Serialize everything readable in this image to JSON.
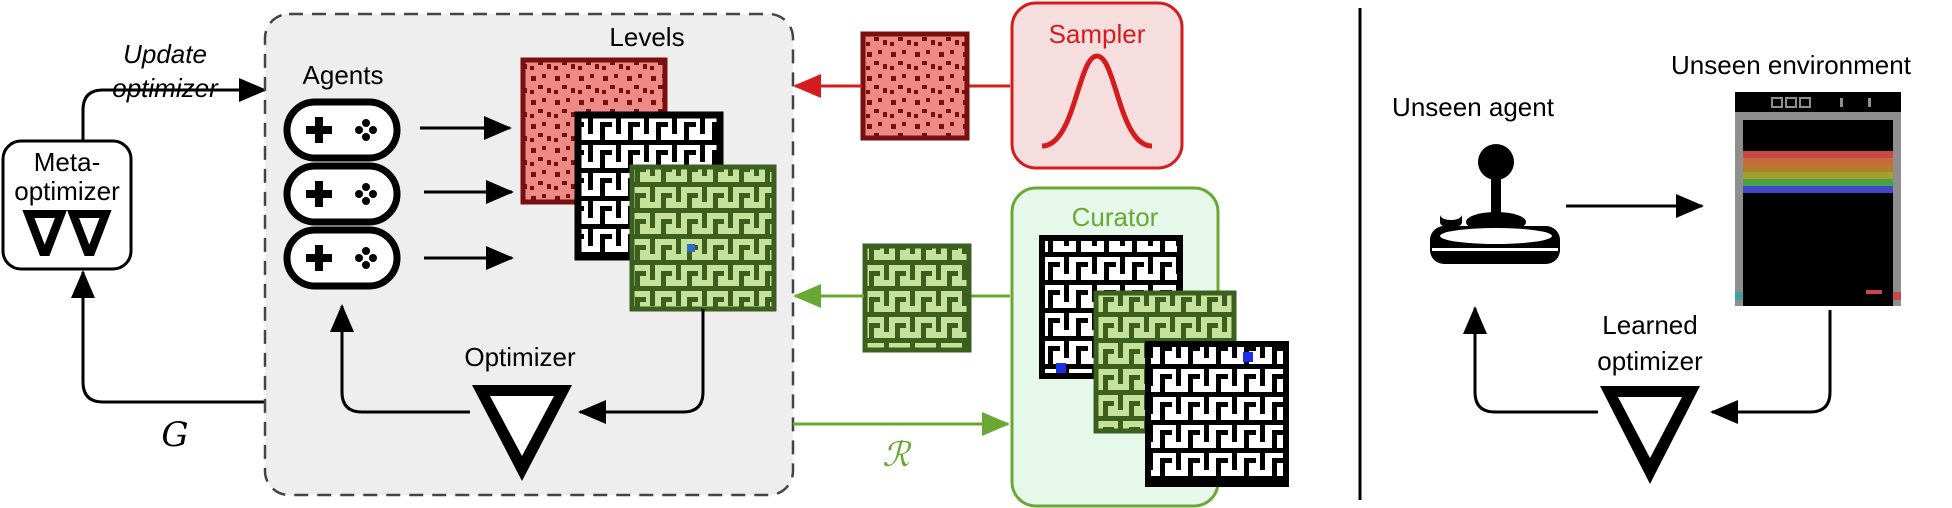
{
  "labels": {
    "update_optimizer_line1": "Update",
    "update_optimizer_line2": "optimizer",
    "meta_optimizer_line1": "Meta-",
    "meta_optimizer_line2": "optimizer",
    "meta_symbol": "∇∇",
    "agents": "Agents",
    "levels": "Levels",
    "optimizer": "Optimizer",
    "optimizer_symbol": "∇",
    "g_symbol": "G",
    "sampler": "Sampler",
    "curator": "Curator",
    "r_symbol": "ℛ",
    "unseen_agent": "Unseen agent",
    "unseen_environment": "Unseen environment",
    "learned_optimizer_line1": "Learned",
    "learned_optimizer_line2": "optimizer",
    "learned_symbol": "∇"
  },
  "colors": {
    "sampler": "#d41c1c",
    "sampler_fill": "#f7dede",
    "curator": "#6aa833",
    "curator_fill": "#e6f8ea",
    "level_red": "#ec8a86",
    "level_red_border": "#7a0f0f",
    "level_green": "#3b5f1f",
    "level_green_path": "#c6e29a",
    "panel_fill": "#eeeeee"
  },
  "icons": {
    "agent": "gamepad-icon",
    "unseen_agent": "joystick-icon",
    "sampler": "gaussian-curve-icon",
    "environment": "atari-breakout-screen"
  }
}
